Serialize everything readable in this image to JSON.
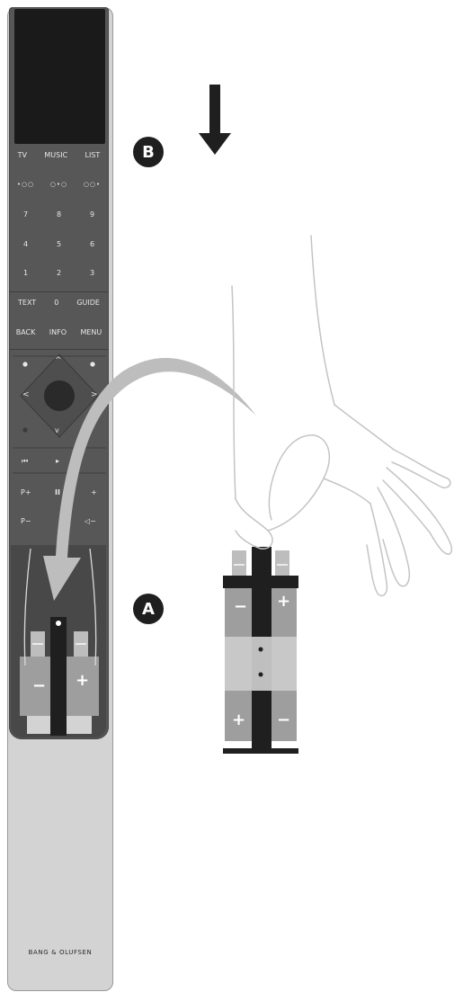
{
  "callouts": {
    "a": "A",
    "b": "B"
  },
  "remote": {
    "source_buttons": [
      "TV",
      "MUSIC",
      "LIST"
    ],
    "source_indicators": [
      "•○○",
      "○•○",
      "○○•"
    ],
    "keypad_row1": [
      "7",
      "8",
      "9"
    ],
    "keypad_row2": [
      "4",
      "5",
      "6"
    ],
    "keypad_row3": [
      "1",
      "2",
      "3"
    ],
    "function_row1": [
      "TEXT",
      "0",
      "GUIDE"
    ],
    "function_row2": [
      "BACK",
      "INFO",
      "MENU"
    ],
    "nav_arrows": {
      "up": "^",
      "down": "v",
      "left": "<",
      "right": ">"
    },
    "transport_row": [
      "⏮",
      "▸"
    ],
    "channel_row1": [
      "P+",
      "II",
      "+"
    ],
    "channel_row2": [
      "P−",
      "◁−"
    ],
    "brand": "BANG & OLUFSEN"
  },
  "battery_signs": {
    "plus": "+",
    "minus": "−"
  },
  "colors": {
    "remote_body": "#575757",
    "remote_shell": "#d3d3d3",
    "callout": "#1f1f1f",
    "arrow": "#bdbdbd"
  }
}
